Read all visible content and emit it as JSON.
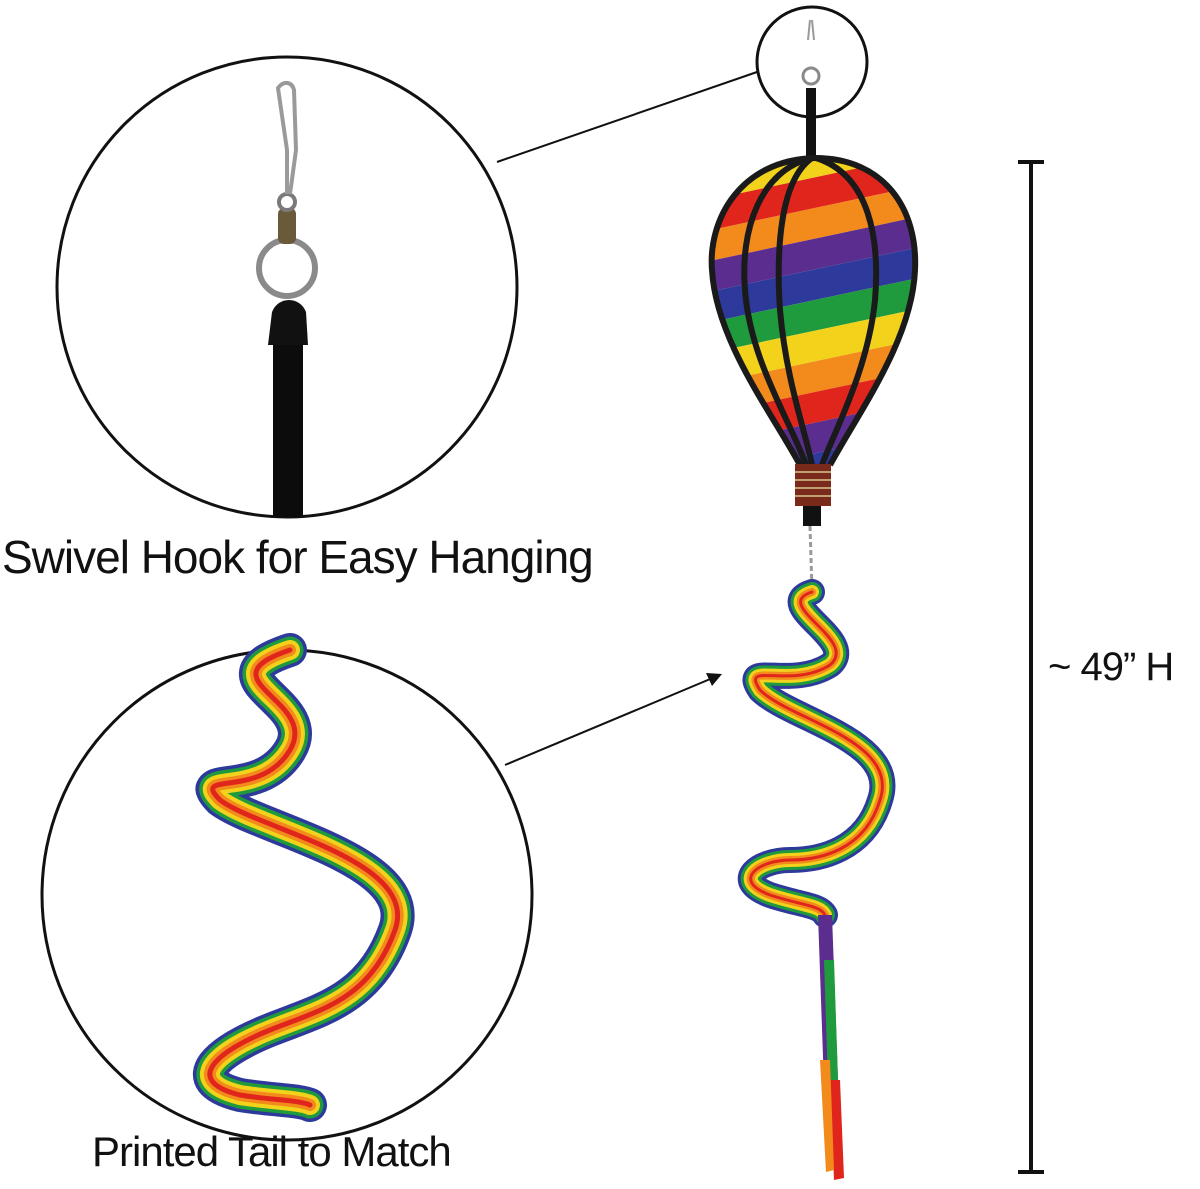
{
  "captions": {
    "hook": "Swivel Hook for Easy Hanging",
    "tail": "Printed Tail to Match",
    "height": "~ 49” H"
  },
  "colors": {
    "rainbow": [
      "#5b2d8e",
      "#2d3a9c",
      "#1f9a3c",
      "#f2d21b",
      "#f28a1c",
      "#e0261c"
    ],
    "frame": "#1a1a1a",
    "hook_metal": "#9a9a9a",
    "coil": "#7a2a1a"
  },
  "icons": [
    "swivel-hook-icon",
    "hot-air-balloon-icon",
    "spiral-tail-icon",
    "dimension-bar-icon"
  ]
}
